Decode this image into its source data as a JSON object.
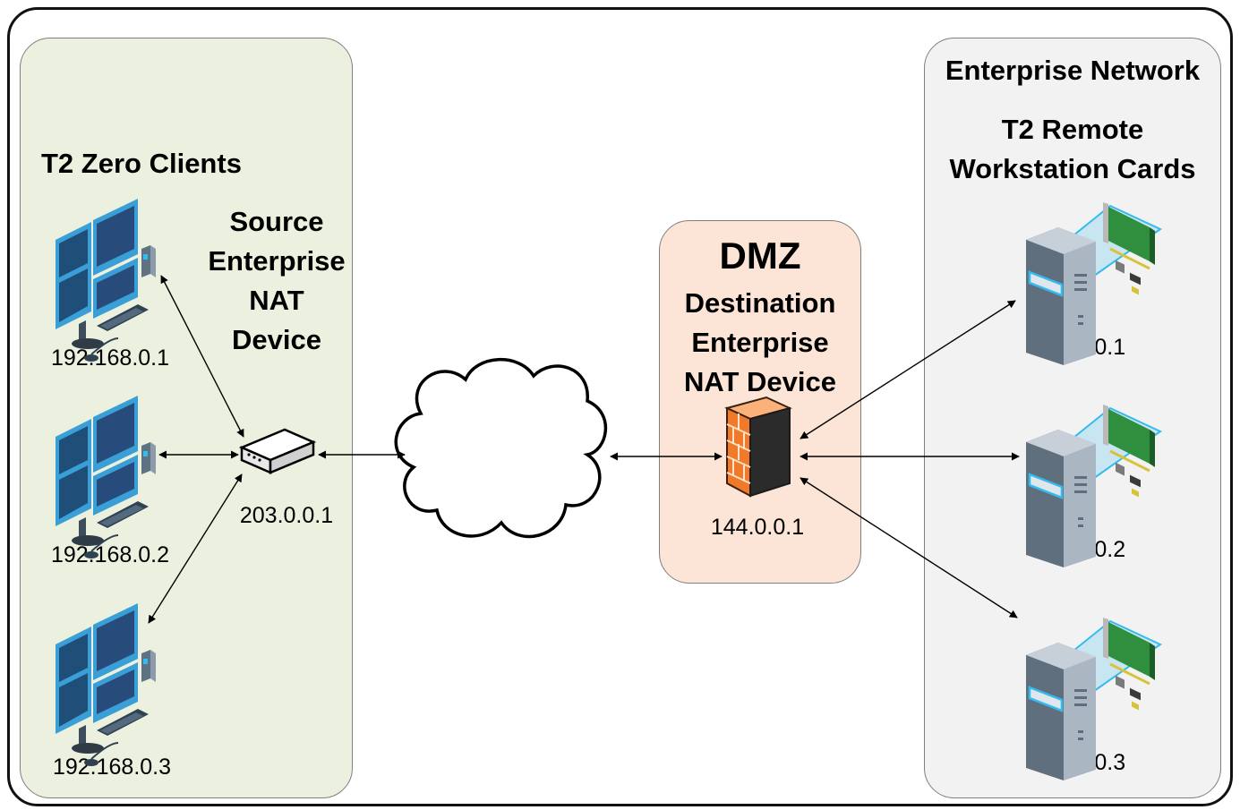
{
  "zones": {
    "clients": {
      "title": "T2 Zero Clients"
    },
    "source_nat": {
      "lines": [
        "Source",
        "Enterprise",
        "NAT",
        "Device"
      ],
      "address": "203.0.0.1"
    },
    "dmz": {
      "title": "DMZ",
      "lines": [
        "Destination",
        "Enterprise",
        "NAT Device"
      ],
      "address": "144.0.0.1"
    },
    "enterprise": {
      "title": "Enterprise Network",
      "subtitle_lines": [
        "T2 Remote",
        "Workstation Cards"
      ]
    }
  },
  "clients": [
    {
      "address": "192.168.0.1"
    },
    {
      "address": "192.168.0.2"
    },
    {
      "address": "192.168.0.3"
    }
  ],
  "workstations": [
    {
      "address": "10.0.10.1"
    },
    {
      "address": "10.0.10.2"
    },
    {
      "address": "10.0.10.3"
    }
  ],
  "colors": {
    "client_zone": "#ebf1de",
    "dmz_zone": "#fce4d6",
    "enterprise_zone": "#f2f2f2",
    "firewall": "#f07a2a",
    "monitor": "#1f4e79",
    "accent": "#33bbee"
  },
  "icons": {
    "client": "zero-client-icon",
    "router": "nat-router-icon",
    "internet": "internet-cloud-icon",
    "firewall": "firewall-icon",
    "workstation": "workstation-tower-icon"
  }
}
